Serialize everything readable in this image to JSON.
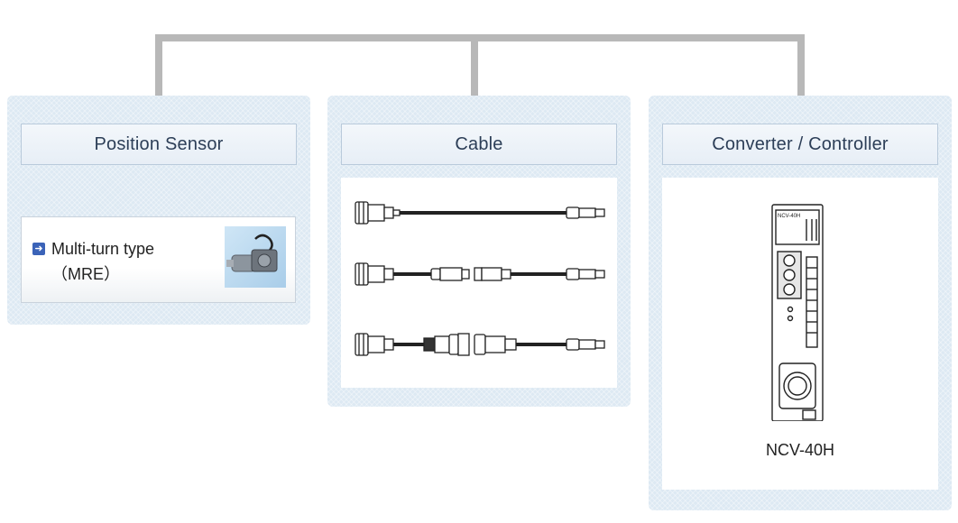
{
  "columns": {
    "sensor": {
      "title": "Position Sensor"
    },
    "cable": {
      "title": "Cable"
    },
    "converter": {
      "title": "Converter / Controller"
    }
  },
  "sensor_item": {
    "icon": "arrow-right-icon",
    "line1": "Multi-turn type",
    "line2": "（MRE）"
  },
  "converter_item": {
    "model": "NCV-40H",
    "device_label": "NCV-40H"
  },
  "colors": {
    "connector": "#b8b8b8",
    "panel": "#dde9f3",
    "header_text": "#2c3e57",
    "accent": "#3b63b8"
  }
}
